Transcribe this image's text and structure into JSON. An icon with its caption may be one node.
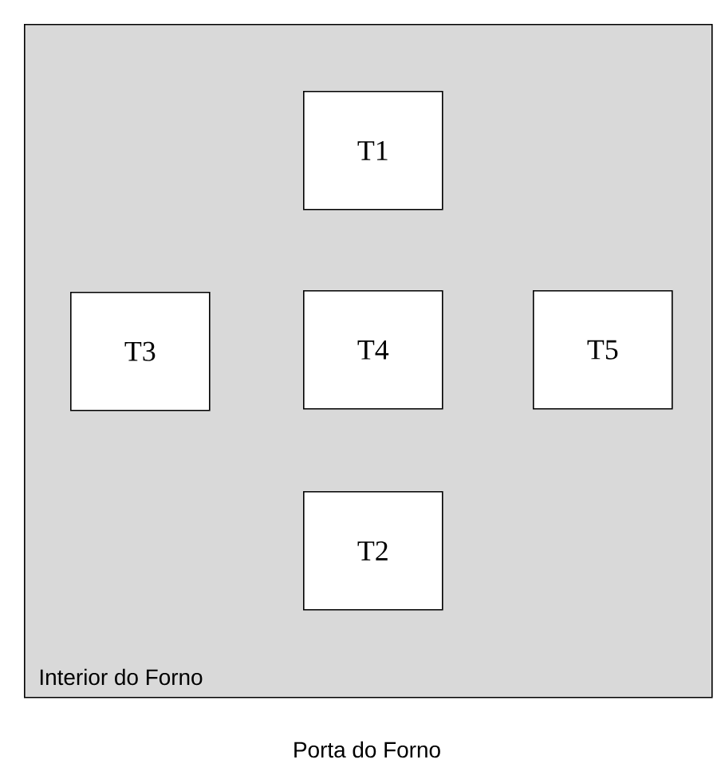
{
  "diagram": {
    "nodes": [
      {
        "text": [
          "Interior do Forno"
        ]
      },
      {
        "text": [
          "T1"
        ],
        "in": 0
      },
      {
        "text": [
          "T3"
        ],
        "in": 0
      },
      {
        "text": [
          "T4"
        ],
        "in": 0
      },
      {
        "text": [
          "T5"
        ],
        "in": 0
      },
      {
        "text": [
          "T2"
        ],
        "in": 0
      }
    ],
    "labels": [
      "Porta do Forno"
    ]
  }
}
